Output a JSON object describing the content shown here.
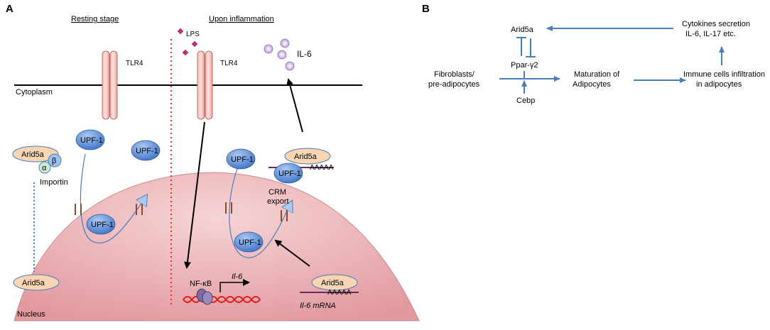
{
  "panel_a": {
    "letter": "A",
    "resting_title": "Resting stage",
    "inflammation_title": "Upon inflammation",
    "lps": "LPS",
    "tlr4_left": "TLR4",
    "tlr4_right": "TLR4",
    "il6_protein": "IL-6",
    "cytoplasm": "Cytoplasm",
    "nucleus": "Nucleus",
    "arid5a": "Arid5a",
    "alpha": "α",
    "beta": "β",
    "importin": "Importin",
    "upf1": "UPF-1",
    "crm_export_line1": "CRM",
    "crm_export_line2": "export",
    "polya": "AAAAA",
    "nfkb": "NF-κB",
    "il6_gene": "Il-6",
    "il6_mrna": "Il-6 mRNA"
  },
  "panel_b": {
    "letter": "B",
    "arid5a": "Arid5a",
    "ppar": "Ppar-γ2",
    "fibroblasts_line1": "Fibroblasts/",
    "fibroblasts_line2": "pre-adipocytes",
    "cebp": "Cebp",
    "maturation_line1": "Maturation of",
    "maturation_line2": "Adipocytes",
    "immune_line1": "Immune cells infiltration",
    "immune_line2": "in adipocytes",
    "cytokines_line1": "Cytokines secretion",
    "cytokines_line2": "IL-6, IL-17 etc."
  },
  "colors": {
    "arrow_blue": "#4a7ebb",
    "nucleus_fill": "#e8a4a8",
    "arid5a_fill": "#f9d5b4",
    "upf1_fill": "#5b8fd9",
    "tlr4_fill": "#f4b6b0",
    "inflammation_divider": "#e03030",
    "lps_diamond": "#c0307f",
    "il6_particle": "#c7b3de",
    "dna_red": "#e02020",
    "nfkb_purple": "#7a6b9a"
  }
}
